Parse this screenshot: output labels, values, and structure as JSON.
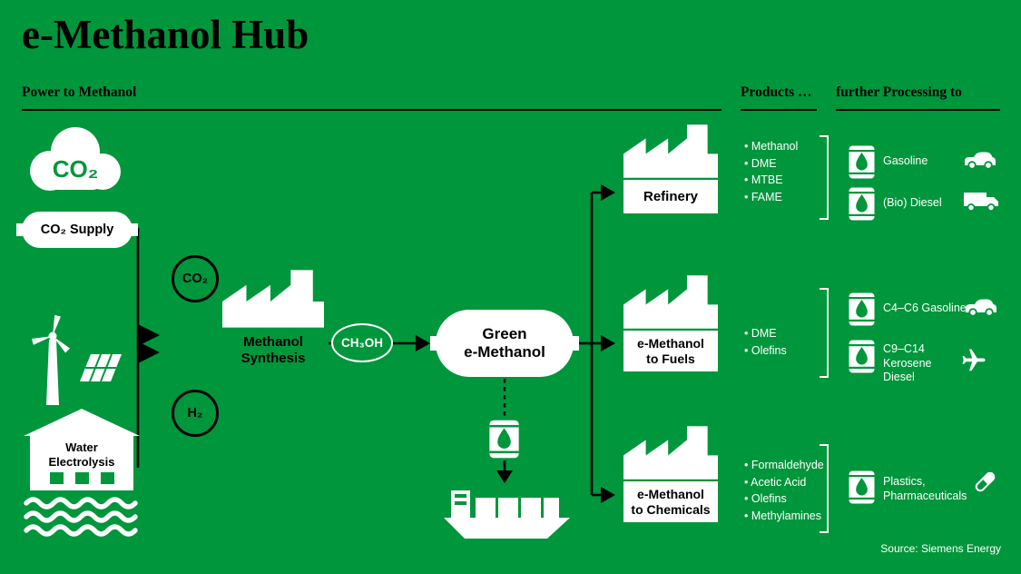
{
  "title": "e-Methanol Hub",
  "headers": {
    "power_to_methanol": "Power to Methanol",
    "products": "Products …",
    "further_processing": "further Processing to"
  },
  "colors": {
    "background": "#00963C",
    "ink": "#000000",
    "paper": "#FFFFFF"
  },
  "inputs": {
    "co2_cloud": "CO₂",
    "co2_supply": "CO₂ Supply",
    "water_electrolysis": "Water\nElectrolysis"
  },
  "process": {
    "co2_tag": "CO₂",
    "h2_tag": "H₂",
    "methanol_synthesis": "Methanol\nSynthesis",
    "ch3oh_tag": "CH₃OH",
    "green_emethanol": "Green\ne-Methanol"
  },
  "branches": [
    {
      "name": "Refinery",
      "label": "Refinery",
      "products": [
        "Methanol",
        "DME",
        "MTBE",
        "FAME"
      ],
      "outputs": [
        {
          "label": "Gasoline",
          "icon": "car-icon"
        },
        {
          "label": "(Bio) Diesel",
          "icon": "truck-icon"
        }
      ]
    },
    {
      "name": "e-Methanol to Fuels",
      "label": "e-Methanol\nto Fuels",
      "products": [
        "DME",
        "Olefins"
      ],
      "outputs": [
        {
          "label": "C4–C6 Gasoline",
          "icon": "car-icon"
        },
        {
          "label": "C9–C14\nKerosene\nDiesel",
          "icon": "plane-icon"
        }
      ]
    },
    {
      "name": "e-Methanol to Chemicals",
      "label": "e-Methanol\nto Chemicals",
      "products": [
        "Formaldehyde",
        "Acetic Acid",
        "Olefins",
        "Methylamines"
      ],
      "outputs": [
        {
          "label": "Plastics,\nPharmaceuticals",
          "icon": "pill-icon"
        }
      ]
    }
  ],
  "source": "Source: Siemens Energy"
}
